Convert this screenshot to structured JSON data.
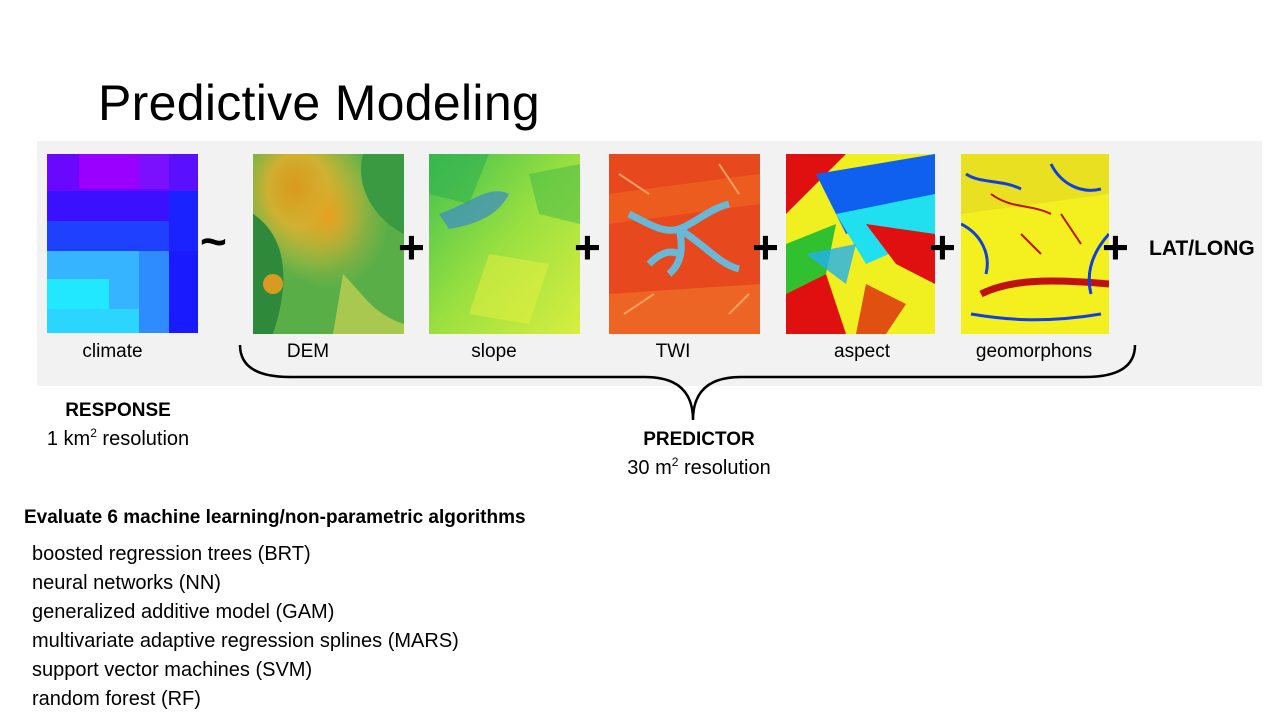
{
  "slide": {
    "title": "Predictive Modeling"
  },
  "panels": [
    {
      "caption": "climate"
    },
    {
      "caption": "DEM"
    },
    {
      "caption": "slope"
    },
    {
      "caption": "TWI"
    },
    {
      "caption": "aspect"
    },
    {
      "caption": "geomorphons"
    }
  ],
  "operators": {
    "tilde": "~",
    "plus": "+"
  },
  "latlong": "LAT/LONG",
  "response": {
    "heading": "RESPONSE",
    "resolution_pre": "1 km",
    "resolution_sup": "2",
    "resolution_post": " resolution"
  },
  "predictor": {
    "heading": "PREDICTOR",
    "resolution_pre": "30 m",
    "resolution_sup": "2",
    "resolution_post": " resolution"
  },
  "evaluation": {
    "heading": "Evaluate 6 machine learning/non-parametric algorithms",
    "algorithms": [
      "boosted regression trees (BRT)",
      "neural networks (NN)",
      "generalized additive model (GAM)",
      "multivariate adaptive regression splines (MARS)",
      "support vector machines (SVM)",
      "random forest (RF)"
    ]
  },
  "colors": {
    "band": "#f2f2f2",
    "climate_ramp": [
      "#9a00ff",
      "#7a00ff",
      "#3a00ff",
      "#1e4cff",
      "#2f8cff",
      "#32c4ff",
      "#22e8ff"
    ],
    "dem_ramp": [
      "#e0a020",
      "#c8b030",
      "#8cc048",
      "#3aa048",
      "#1f8a3a"
    ],
    "slope_ramp": [
      "#2e8ae0",
      "#3cc050",
      "#8ce040",
      "#e8f040"
    ],
    "twi_ramp": [
      "#e03820",
      "#ff7020",
      "#6ab8d8"
    ],
    "aspect_ramp": [
      "#e01010",
      "#1060f0",
      "#20e0f0",
      "#f0f020",
      "#30c030"
    ],
    "geomorphons_ramp": [
      "#f4f020",
      "#e8d020",
      "#c01010",
      "#1040e0"
    ]
  }
}
